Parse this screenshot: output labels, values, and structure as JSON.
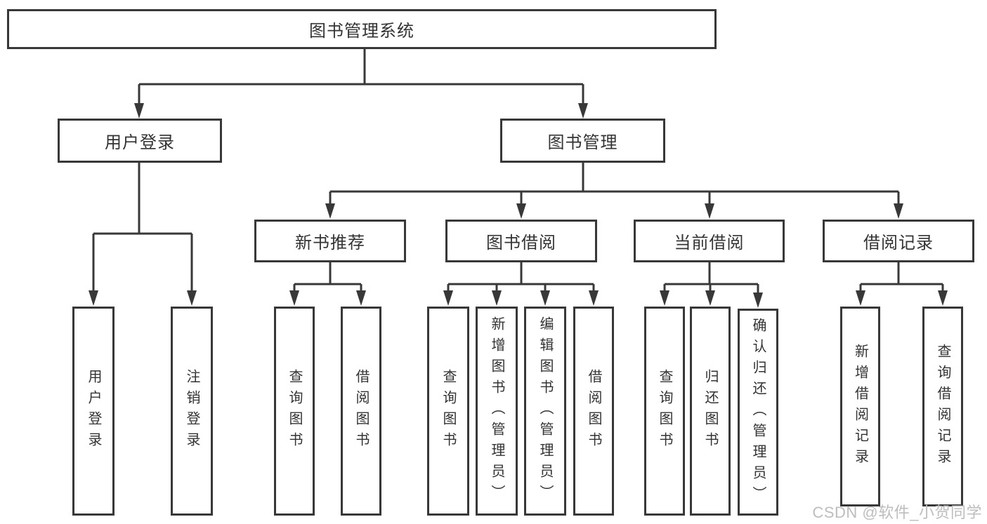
{
  "diagram": {
    "root": {
      "label": "图书管理系统"
    },
    "children": [
      {
        "label": "用户登录",
        "children": [
          {
            "label": "用户登录"
          },
          {
            "label": "注销登录"
          }
        ]
      },
      {
        "label": "图书管理",
        "children": [
          {
            "label": "新书推荐",
            "children": [
              {
                "label": "查询图书"
              },
              {
                "label": "借阅图书"
              }
            ]
          },
          {
            "label": "图书借阅",
            "children": [
              {
                "label": "查询图书"
              },
              {
                "label": "新增图书（管理员）"
              },
              {
                "label": "编辑图书（管理员）"
              },
              {
                "label": "借阅图书"
              }
            ]
          },
          {
            "label": "当前借阅",
            "children": [
              {
                "label": "查询图书"
              },
              {
                "label": "归还图书"
              },
              {
                "label": "确认归还（管理员）"
              }
            ]
          },
          {
            "label": "借阅记录",
            "children": [
              {
                "label": "新增借阅记录"
              },
              {
                "label": "查询借阅记录"
              }
            ]
          }
        ]
      }
    ]
  },
  "watermark": {
    "text": "CSDN @软件_小贺同学"
  },
  "colors": {
    "line": "#383838",
    "text": "#333333",
    "background": "#ffffff",
    "watermark": "#bdbdbd"
  }
}
